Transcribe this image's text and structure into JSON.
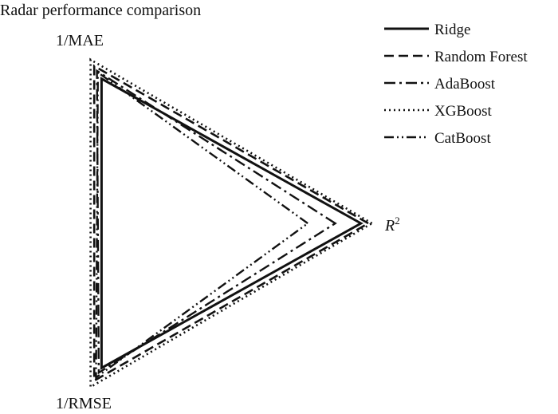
{
  "chart_data": {
    "type": "radar",
    "title": "Radar performance comparison",
    "axes": [
      {
        "key": "r2",
        "label_main": "R",
        "label_sup": "2"
      },
      {
        "key": "inv_mae",
        "label_main": "1/MAE"
      },
      {
        "key": "inv_rmse",
        "label_main": "1/RMSE"
      }
    ],
    "series": [
      {
        "name": "Ridge",
        "style": "solid",
        "values": [
          0.96,
          0.91,
          0.91
        ]
      },
      {
        "name": "Random Forest",
        "style": "dashed",
        "values": [
          1.0,
          0.99,
          0.99
        ]
      },
      {
        "name": "AdaBoost",
        "style": "dashdot",
        "values": [
          0.82,
          0.96,
          0.94
        ]
      },
      {
        "name": "XGBoost",
        "style": "dotted",
        "values": [
          1.02,
          1.03,
          1.03
        ]
      },
      {
        "name": "CatBoost",
        "style": "dashdotdot",
        "values": [
          0.67,
          0.95,
          0.97
        ]
      }
    ],
    "legend_position": "top-right",
    "grid": false,
    "color": "#111111"
  }
}
